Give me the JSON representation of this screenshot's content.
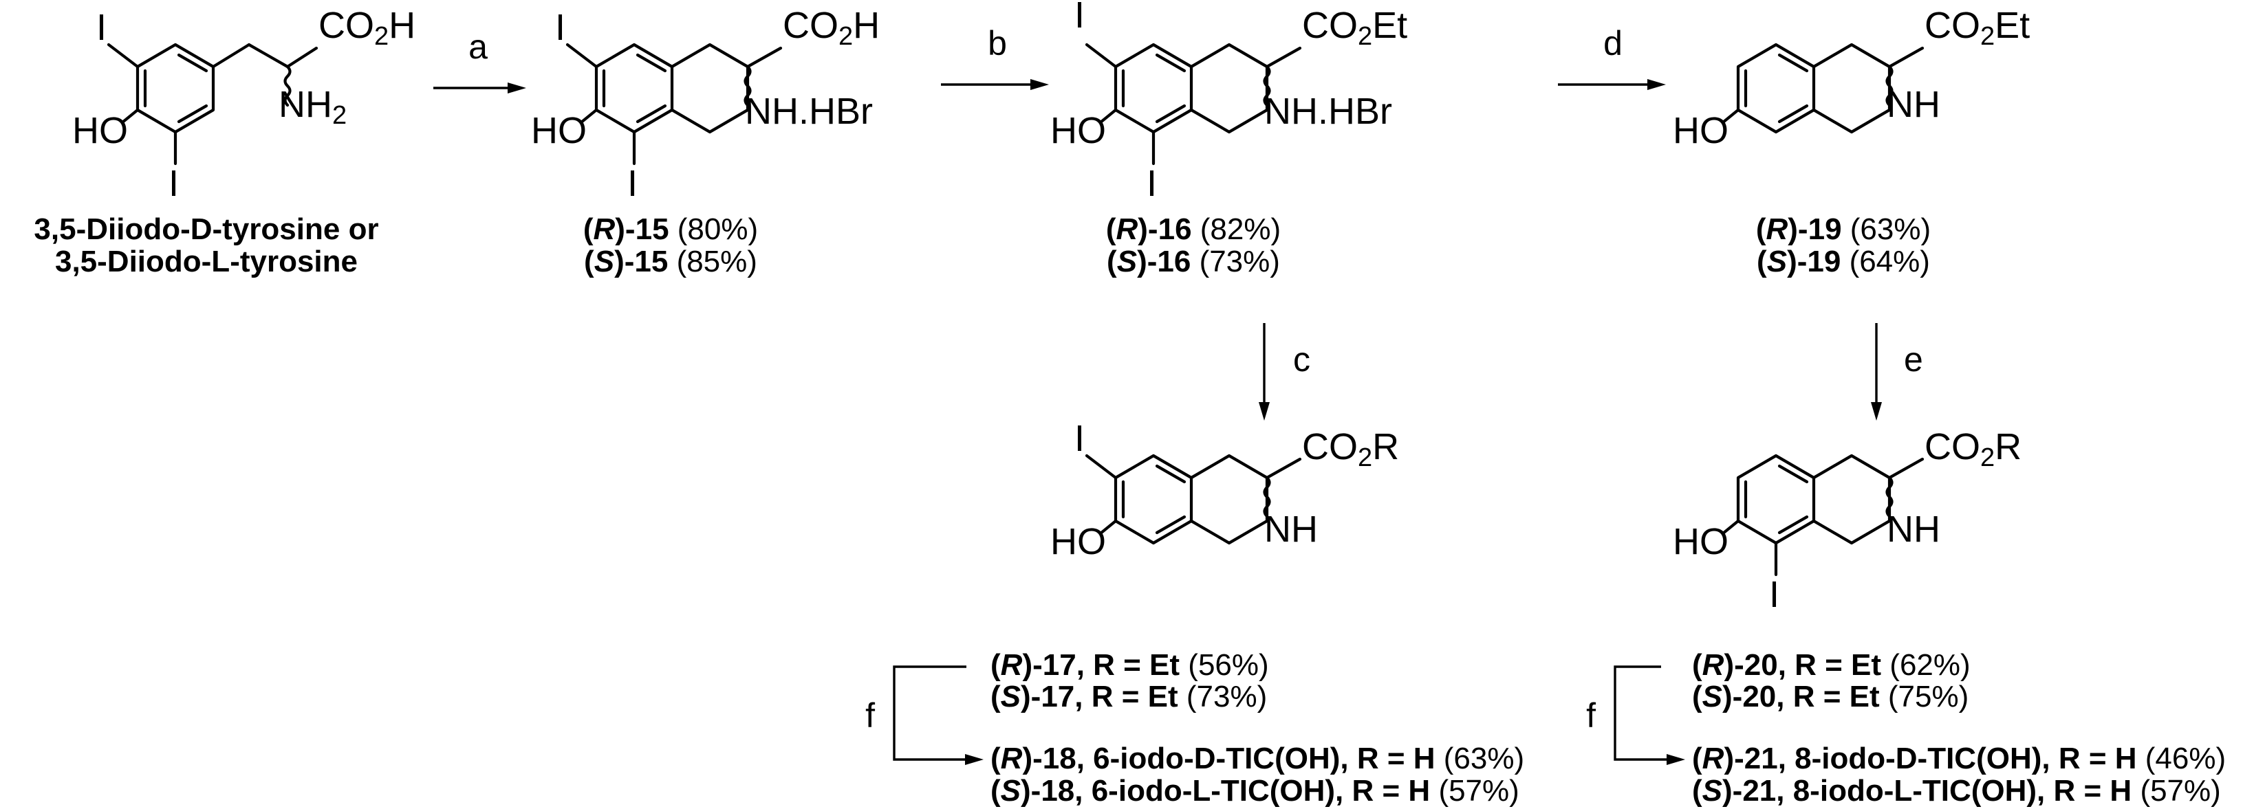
{
  "start": {
    "name_line1": "3,5-Diiodo-D-tyrosine or",
    "name_line2": "3,5-Diiodo-L-tyrosine",
    "acid": "CO2H",
    "amine": "NH2",
    "hydroxyl": "HO",
    "iodo": "I"
  },
  "reagents": {
    "a": "a",
    "b": "b",
    "c": "c",
    "d": "d",
    "e": "e",
    "f": "f"
  },
  "compounds": {
    "c15": {
      "nh": "NH.HBr",
      "labels": [
        {
          "config": "R",
          "num": "15",
          "yield": "(80%)"
        },
        {
          "config": "S",
          "num": "15",
          "yield": "(85%)"
        }
      ]
    },
    "c16": {
      "ester": "CO2Et",
      "nh": "NH.HBr",
      "labels": [
        {
          "config": "R",
          "num": "16",
          "yield": "(82%)"
        },
        {
          "config": "S",
          "num": "16",
          "yield": "(73%)"
        }
      ]
    },
    "c19": {
      "ester": "CO2Et",
      "nh": "NH",
      "labels": [
        {
          "config": "R",
          "num": "19",
          "yield": "(63%)"
        },
        {
          "config": "S",
          "num": "19",
          "yield": "(64%)"
        }
      ]
    },
    "c17": {
      "ester": "CO2R",
      "nh": "NH",
      "labels": [
        {
          "config": "R",
          "rest": "-17, R = Et",
          "yield": "(56%)"
        },
        {
          "config": "S",
          "rest": "-17, R = Et",
          "yield": "(73%)"
        },
        {
          "config": "R",
          "rest": "-18, 6-iodo-D-TIC(OH), R = H",
          "yield": "(63%)"
        },
        {
          "config": "S",
          "rest": "-18, 6-iodo-L-TIC(OH), R = H",
          "yield": "(57%)"
        }
      ]
    },
    "c20": {
      "ester": "CO2R",
      "nh": "NH",
      "labels": [
        {
          "config": "R",
          "rest": "-20, R = Et",
          "yield": "(62%)"
        },
        {
          "config": "S",
          "rest": "-20, R = Et",
          "yield": "(75%)"
        },
        {
          "config": "R",
          "rest": "-21, 8-iodo-D-TIC(OH), R = H",
          "yield": "(46%)"
        },
        {
          "config": "S",
          "rest": "-21, 8-iodo-L-TIC(OH), R = H",
          "yield": "(57%)"
        }
      ]
    }
  }
}
